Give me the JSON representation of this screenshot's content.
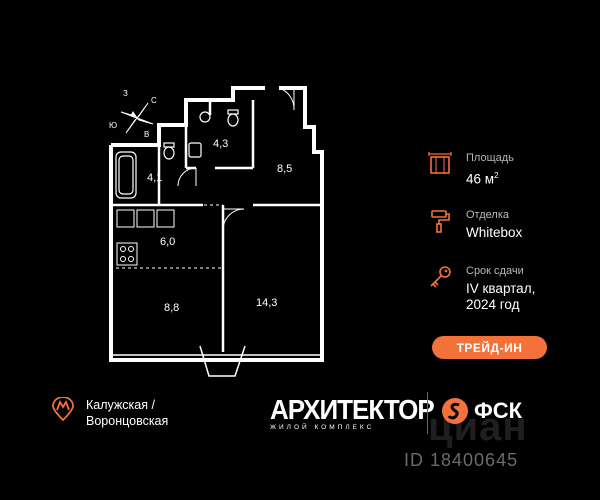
{
  "plan": {
    "compass": {
      "n": "С",
      "s": "Ю",
      "w": "З",
      "e": "В"
    },
    "rooms": [
      {
        "id": "bath",
        "area": "4,1"
      },
      {
        "id": "wc",
        "area": "4,3"
      },
      {
        "id": "hall",
        "area": "8,5"
      },
      {
        "id": "kitchen",
        "area": "6,0"
      },
      {
        "id": "room1",
        "area": "8,8"
      },
      {
        "id": "room2",
        "area": "14,3"
      }
    ]
  },
  "info": {
    "area_label": "Площадь",
    "area_value": "46 м",
    "area_sup": "2",
    "finish_label": "Отделка",
    "finish_value": "Whitebox",
    "deadline_label": "Срок сдачи",
    "deadline_line1": "IV квартал,",
    "deadline_line2": "2024 год"
  },
  "trade_in": {
    "label": "ТРЕЙД-ИН"
  },
  "metro": {
    "line1": "Калужская /",
    "line2": "Воронцовская"
  },
  "logos": {
    "arch_main": "АРХИТЕКТОР",
    "arch_sub": "ЖИЛОЙ КОМПЛЕКС",
    "fsk": "ФСК"
  },
  "watermark_text": "циан",
  "listing_id": "ID 18400645",
  "colors": {
    "accent": "#f4723a",
    "background": "#000000",
    "text": "#ffffff"
  }
}
